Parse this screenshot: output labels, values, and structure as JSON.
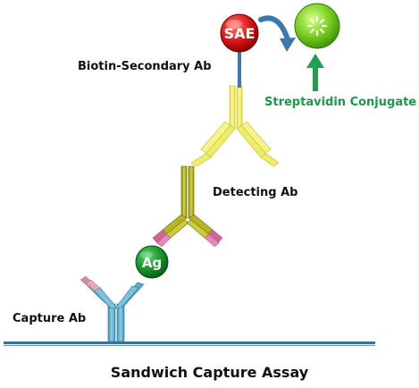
{
  "labels": {
    "biotin_secondary": "Biotin-Secondary Ab",
    "streptavidin": "Streptavidin Conjugate",
    "detecting": "Detecting Ab",
    "capture": "Capture Ab",
    "title": "Sandwich Capture Assay"
  },
  "badges": {
    "sae": "SAE",
    "ag": "Ag"
  },
  "colors": {
    "surface_line": "#3b6ea5",
    "capture_ab": "#5aa9c8",
    "capture_tips": "#d98aa0",
    "detecting_ab": "#b8b422",
    "detecting_tips": "#cc6699",
    "secondary_ab": "#eded6a",
    "sae_fill": "#e02020",
    "ag_fill": "#1f9a3a",
    "streptavidin_fill": "#7fd32a",
    "arrow_blue": "#3c78b0",
    "arrow_green": "#22a050",
    "strep_label": "#1a9a4a"
  },
  "icons": [
    "curved-arrow-icon",
    "up-arrow-icon",
    "sparkle-icon"
  ]
}
